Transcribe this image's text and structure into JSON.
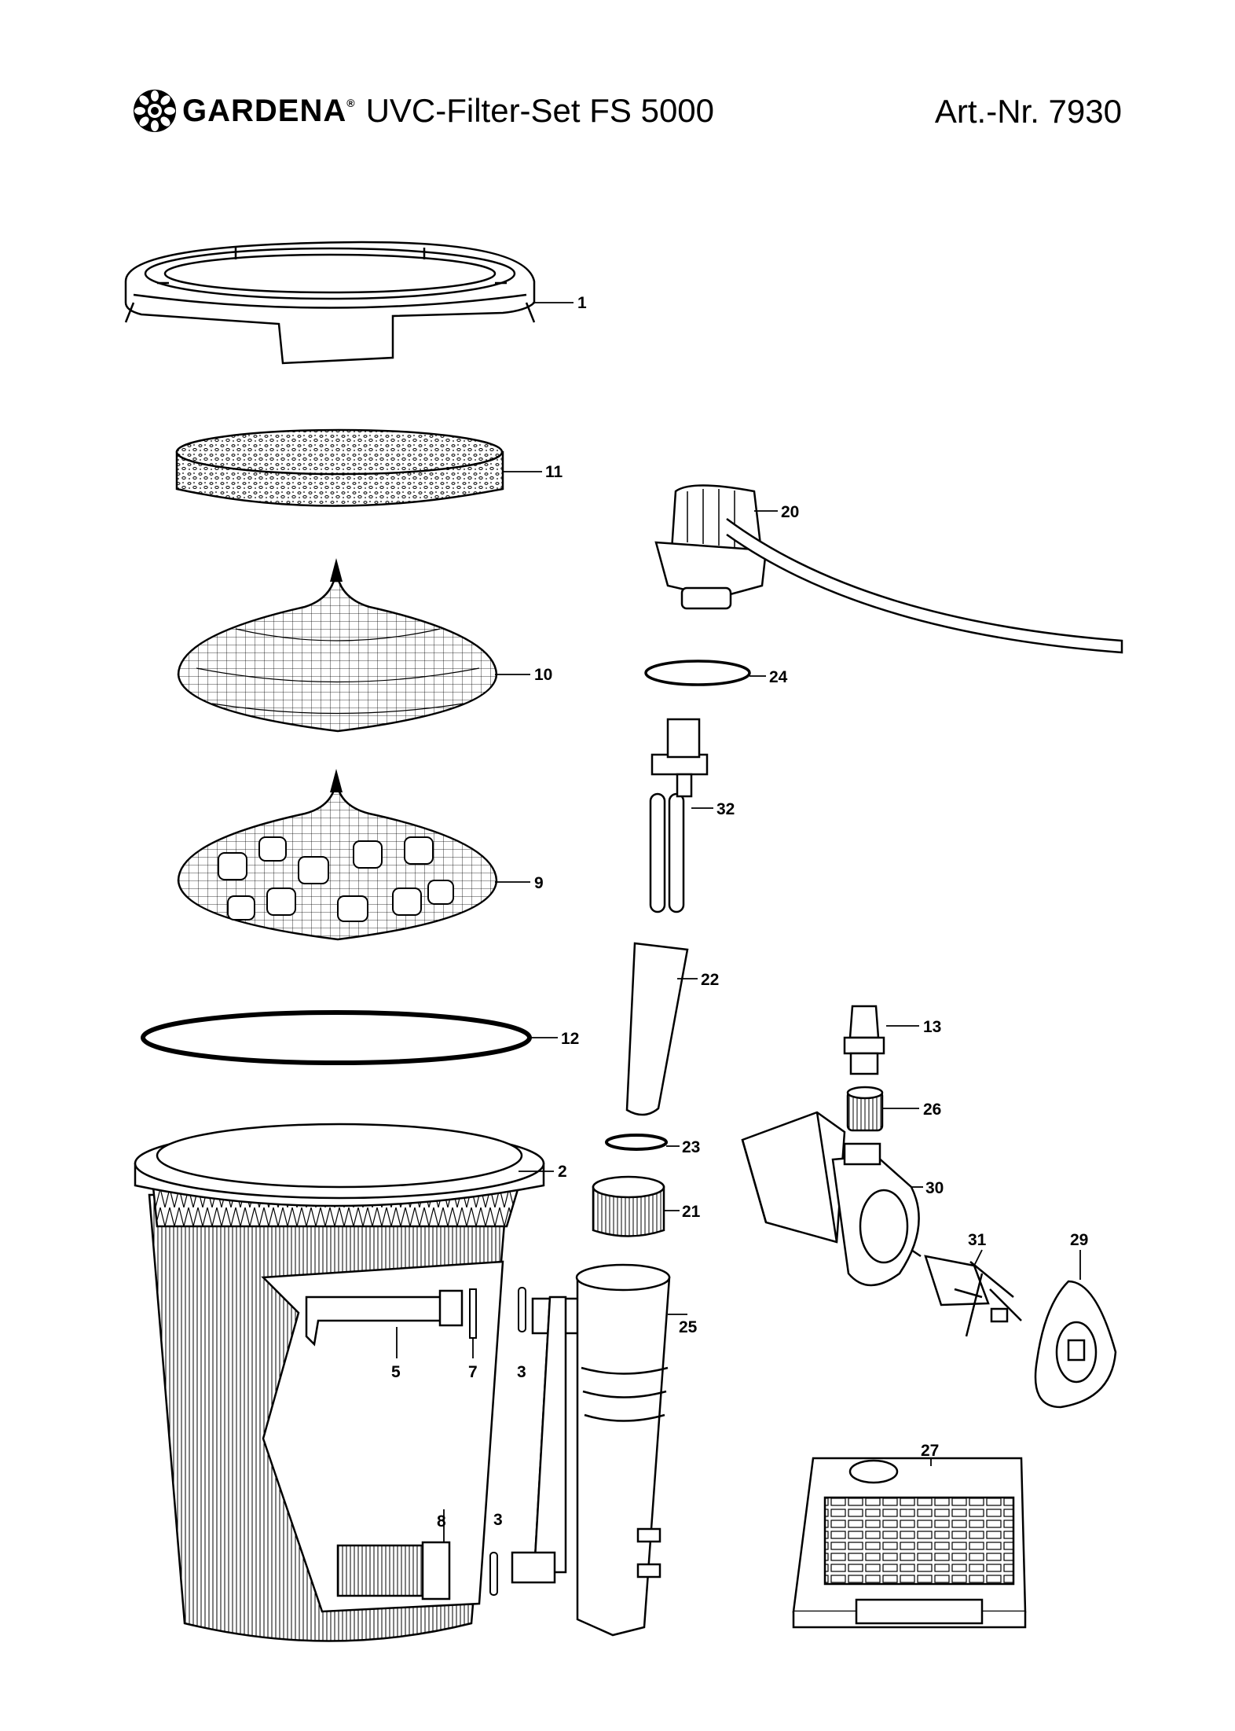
{
  "header": {
    "brand": "GARDENA",
    "brand_mark": "®",
    "product_title": "UVC-Filter-Set FS 5000",
    "article_number": "Art.-Nr. 7930"
  },
  "callouts": {
    "c1": "1",
    "c11": "11",
    "c10": "10",
    "c9": "9",
    "c12": "12",
    "c2": "2",
    "c5": "5",
    "c7": "7",
    "c3a": "3",
    "c3b": "3",
    "c8": "8",
    "c20": "20",
    "c24": "24",
    "c32": "32",
    "c22": "22",
    "c23": "23",
    "c21": "21",
    "c25": "25",
    "c13": "13",
    "c26": "26",
    "c30": "30",
    "c31": "31",
    "c29": "29",
    "c27": "27"
  }
}
